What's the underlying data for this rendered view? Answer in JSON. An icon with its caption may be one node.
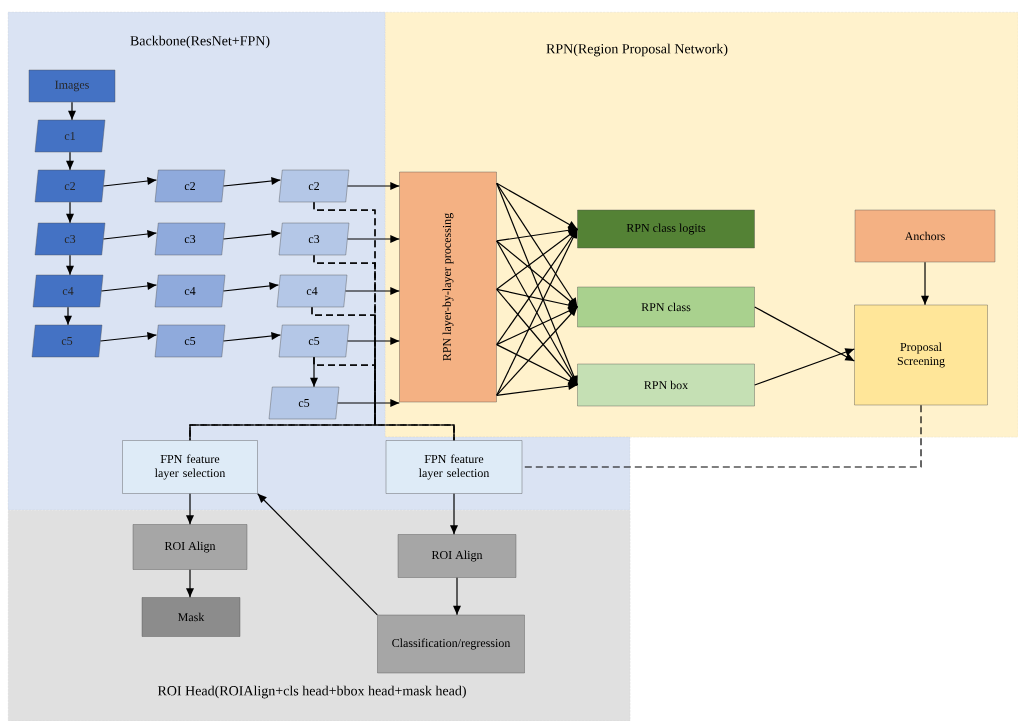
{
  "diagram": {
    "nodes": [
      {
        "text": [
          "Backbone(ResNet+FPN)"
        ]
      },
      {
        "text": [
          "RPN(Region Proposal Network)"
        ]
      },
      {
        "text": [
          "ROI Head(ROIAlign+cls head+bbox head+mask head)"
        ]
      },
      {
        "text": [
          "Images"
        ],
        "in": 0
      },
      {
        "text": [
          "c1"
        ],
        "in": 0
      },
      {
        "text": [
          "c2"
        ],
        "in": 0
      },
      {
        "text": [
          "c3"
        ],
        "in": 0
      },
      {
        "text": [
          "c4"
        ],
        "in": 0
      },
      {
        "text": [
          "c5"
        ],
        "in": 0
      },
      {
        "text": [
          "c2"
        ],
        "in": 0
      },
      {
        "text": [
          "c3"
        ],
        "in": 0
      },
      {
        "text": [
          "c4"
        ],
        "in": 0
      },
      {
        "text": [
          "c5"
        ],
        "in": 0
      },
      {
        "text": [
          "c2"
        ],
        "in": 0
      },
      {
        "text": [
          "c3"
        ],
        "in": 0
      },
      {
        "text": [
          "c4"
        ],
        "in": 0
      },
      {
        "text": [
          "c5"
        ],
        "in": 0
      },
      {
        "text": [
          "c5"
        ],
        "in": 0
      },
      {
        "text": [
          "RPN layer-by-layer processing"
        ],
        "in": 1
      },
      {
        "text": [
          "RPN class logits"
        ],
        "in": 1
      },
      {
        "text": [
          "RPN class"
        ],
        "in": 1
      },
      {
        "text": [
          "RPN box"
        ],
        "in": 1
      },
      {
        "text": [
          "Anchors"
        ],
        "in": 1
      },
      {
        "text": [
          "Proposal Screening"
        ],
        "in": 1
      },
      {
        "text": [
          "FPN feature layer selection"
        ],
        "in": 0
      },
      {
        "text": [
          "FPN feature layer selection"
        ],
        "in": 0
      },
      {
        "text": [
          "ROI Align"
        ],
        "in": 2
      },
      {
        "text": [
          "Mask"
        ],
        "in": 2
      },
      {
        "text": [
          "ROI Align"
        ],
        "in": 2
      },
      {
        "text": [
          "Classification/regression"
        ],
        "in": 2
      }
    ],
    "edges": [
      {
        "from": 3,
        "to": 4,
        "arrow": "to"
      },
      {
        "from": 4,
        "to": 5,
        "arrow": "to"
      },
      {
        "from": 5,
        "to": 6,
        "arrow": "to"
      },
      {
        "from": 6,
        "to": 7,
        "arrow": "to"
      },
      {
        "from": 7,
        "to": 8,
        "arrow": "to"
      },
      {
        "from": 5,
        "to": 9,
        "arrow": "to"
      },
      {
        "from": 9,
        "to": 13,
        "arrow": "to"
      },
      {
        "from": 6,
        "to": 10,
        "arrow": "to"
      },
      {
        "from": 10,
        "to": 14,
        "arrow": "to"
      },
      {
        "from": 7,
        "to": 11,
        "arrow": "to"
      },
      {
        "from": 11,
        "to": 15,
        "arrow": "to"
      },
      {
        "from": 8,
        "to": 12,
        "arrow": "to"
      },
      {
        "from": 12,
        "to": 16,
        "arrow": "to"
      },
      {
        "from": 13,
        "to": 18,
        "arrow": "to"
      },
      {
        "from": 14,
        "to": 18,
        "arrow": "to"
      },
      {
        "from": 15,
        "to": 18,
        "arrow": "to"
      },
      {
        "from": 16,
        "to": 18,
        "arrow": "to"
      },
      {
        "from": 16,
        "to": 17,
        "arrow": "to"
      },
      {
        "from": 17,
        "to": 18,
        "arrow": "to"
      },
      {
        "from": 18,
        "to": 19,
        "arrow": "to"
      },
      {
        "from": 18,
        "to": 19,
        "arrow": "to"
      },
      {
        "from": 18,
        "to": 19,
        "arrow": "to"
      },
      {
        "from": 18,
        "to": 19,
        "arrow": "to"
      },
      {
        "from": 18,
        "to": 19,
        "arrow": "to"
      },
      {
        "from": 18,
        "to": 20,
        "arrow": "to"
      },
      {
        "from": 18,
        "to": 20,
        "arrow": "to"
      },
      {
        "from": 18,
        "to": 20,
        "arrow": "to"
      },
      {
        "from": 18,
        "to": 20,
        "arrow": "to"
      },
      {
        "from": 18,
        "to": 20,
        "arrow": "to"
      },
      {
        "from": 18,
        "to": 21,
        "arrow": "to"
      },
      {
        "from": 18,
        "to": 21,
        "arrow": "to"
      },
      {
        "from": 18,
        "to": 21,
        "arrow": "to"
      },
      {
        "from": 18,
        "to": 21,
        "arrow": "to"
      },
      {
        "from": 18,
        "to": 21,
        "arrow": "to"
      },
      {
        "from": 20,
        "to": 23,
        "arrow": "to"
      },
      {
        "from": 21,
        "to": 23,
        "arrow": "to"
      },
      {
        "from": 22,
        "to": 23,
        "arrow": "to"
      },
      {
        "from": 13,
        "to": 24,
        "arrow": "none",
        "style": "dashed"
      },
      {
        "from": 14,
        "to": 24,
        "arrow": "none",
        "style": "dashed"
      },
      {
        "from": 15,
        "to": 24,
        "arrow": "none",
        "style": "dashed"
      },
      {
        "from": 16,
        "to": 24,
        "arrow": "none",
        "style": "dashed"
      },
      {
        "from": 13,
        "to": 25,
        "arrow": "none",
        "style": "dashed"
      },
      {
        "from": 14,
        "to": 25,
        "arrow": "none",
        "style": "dashed"
      },
      {
        "from": 15,
        "to": 25,
        "arrow": "none",
        "style": "dashed"
      },
      {
        "from": 16,
        "to": 25,
        "arrow": "none",
        "style": "dashed"
      },
      {
        "from": 23,
        "to": 25,
        "arrow": "none",
        "style": "dashed"
      },
      {
        "from": 24,
        "to": 26,
        "arrow": "to"
      },
      {
        "from": 26,
        "to": 27,
        "arrow": "to"
      },
      {
        "from": 25,
        "to": 28,
        "arrow": "to"
      },
      {
        "from": 28,
        "to": 29,
        "arrow": "to"
      },
      {
        "from": 29,
        "to": 24,
        "arrow": "to"
      }
    ]
  }
}
